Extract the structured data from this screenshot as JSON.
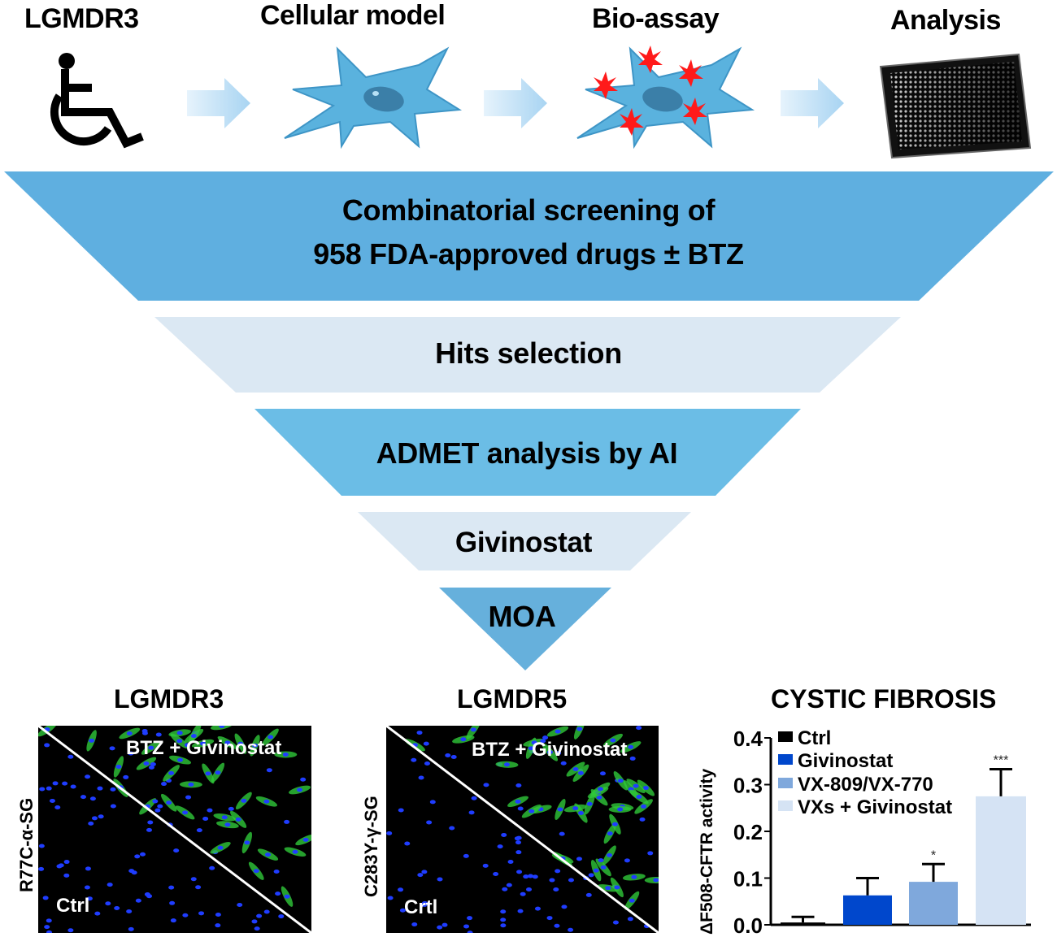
{
  "workflow": {
    "steps": [
      {
        "label": "LGMDR3",
        "icon": "wheelchair-icon"
      },
      {
        "label": "Cellular model",
        "icon": "cell-icon"
      },
      {
        "label": "Bio-assay",
        "icon": "cell-with-markers-icon"
      },
      {
        "label": "Analysis",
        "icon": "microplate-icon"
      }
    ],
    "arrow_icon": "arrow-right-icon"
  },
  "funnel": {
    "colors": {
      "dark": "#5fafe0",
      "light": "#dbe8f3",
      "mid": "#6bbde6",
      "moa": "#66b0dc"
    },
    "levels": [
      {
        "line1": "Combinatorial screening of",
        "line2": "958 FDA-approved drugs ± BTZ"
      },
      {
        "line1": "Hits selection"
      },
      {
        "line1": "ADMET analysis by AI"
      },
      {
        "line1": "Givinostat"
      },
      {
        "line1": "MOA"
      }
    ]
  },
  "panels": {
    "lgmdr3": {
      "title": "LGMDR3",
      "ylabel": "R77C-α-SG",
      "treated_label": "BTZ + Givinostat",
      "control_label": "Ctrl"
    },
    "lgmdr5": {
      "title": "LGMDR5",
      "ylabel": "C283Y-γ-SG",
      "treated_label": "BTZ + Givinostat",
      "control_label": "Crtl"
    },
    "cf": {
      "title": "CYSTIC FIBROSIS"
    }
  },
  "chart_data": {
    "type": "bar",
    "title": "CYSTIC FIBROSIS",
    "xlabel": "",
    "ylabel": "ΔF508-CFTR activity",
    "ylim": [
      0.0,
      0.4
    ],
    "yticks": [
      "0.0",
      "0.1",
      "0.2",
      "0.3",
      "0.4"
    ],
    "ytick_values": [
      0.0,
      0.1,
      0.2,
      0.3,
      0.4
    ],
    "grid": false,
    "legend_position": "top-left",
    "categories": [
      "Ctrl",
      "Givinostat",
      "VX-809/VX-770",
      "VXs + Givinostat"
    ],
    "series": [
      {
        "name": "Ctrl",
        "value": 0.005,
        "error": 0.012,
        "color": "#000000",
        "significance": ""
      },
      {
        "name": "Givinostat",
        "value": 0.063,
        "error": 0.037,
        "color": "#0047cc",
        "significance": ""
      },
      {
        "name": "VX-809/VX-770",
        "value": 0.092,
        "error": 0.038,
        "color": "#7fa8dc",
        "significance": "*"
      },
      {
        "name": "VXs + Givinostat",
        "value": 0.275,
        "error": 0.058,
        "color": "#d5e3f4",
        "significance": "***"
      }
    ]
  }
}
